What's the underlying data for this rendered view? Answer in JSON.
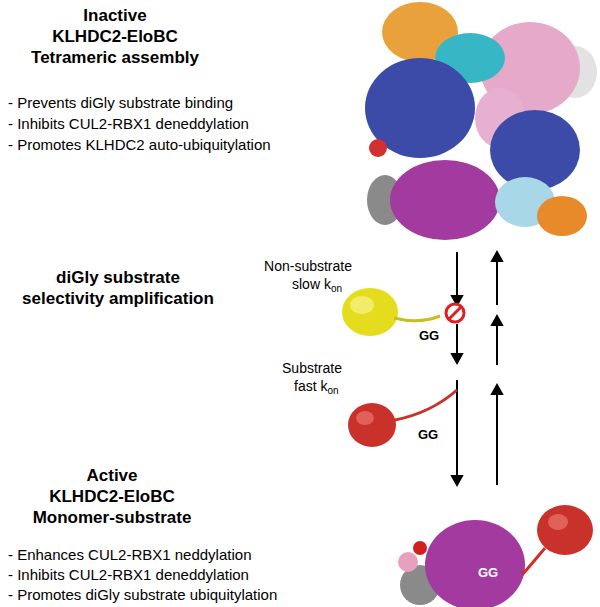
{
  "diagram": {
    "labels": [
      "Inactive",
      "KLHDC2-EloBC",
      "Tetrameric assembly",
      "- Prevents diGly substrate binding",
      "- Inhibits CUL2-RBX1 deneddylation",
      "- Promotes KLHDC2 auto-ubiquitylation",
      "diGly substrate",
      "selectivity amplification",
      "Non-substrate",
      "slow k",
      "on",
      "Substrate",
      "fast k",
      "on",
      "GG",
      "GG",
      "Active",
      "KLHDC2-EloBC",
      "Monomer-substrate",
      "- Enhances CUL2-RBX1 neddylation",
      "- Inhibits CUL2-RBX1 deneddylation",
      "- Promotes diGly substrate ubiquitylation",
      "GG"
    ]
  }
}
